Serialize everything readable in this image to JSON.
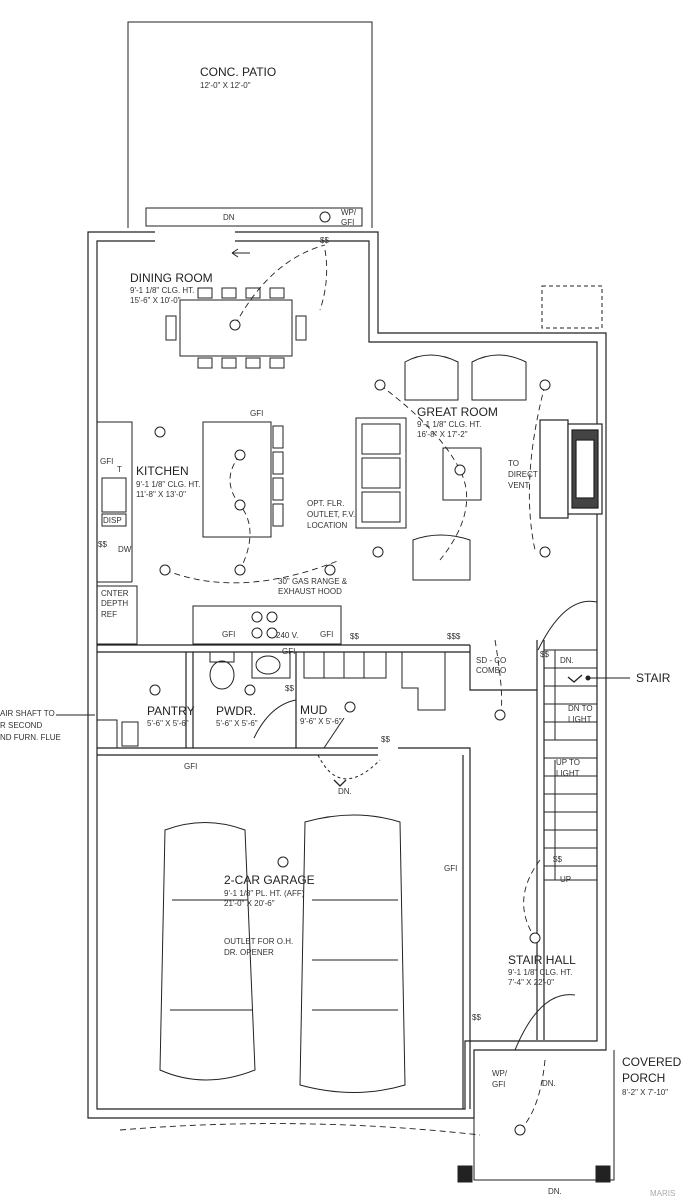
{
  "rooms": {
    "patio": {
      "name": "CONC. PATIO",
      "dims": "12'-0\" X 12'-0\""
    },
    "dining": {
      "name": "DINING ROOM",
      "ceiling": "9'-1 1/8\" CLG. HT.",
      "dims": "15'-6\" X 10'-0\""
    },
    "great": {
      "name": "GREAT ROOM",
      "ceiling": "9'-1 1/8\" CLG. HT.",
      "dims": "16'-8\" X 17'-2\""
    },
    "kitchen": {
      "name": "KITCHEN",
      "ceiling": "9'-1 1/8\" CLG. HT.",
      "dims": "11'-8\" X 13'-0\""
    },
    "pantry": {
      "name": "PANTRY",
      "dims": "5'-6\" X 5'-6\""
    },
    "powder": {
      "name": "PWDR.",
      "dims": "5'-6\" X 5'-6\""
    },
    "mud": {
      "name": "MUD",
      "dims": "9'-6\" X 5'-6\""
    },
    "garage": {
      "name": "2-CAR GARAGE",
      "ceiling": "9'-1 1/8\" PL. HT. (AFF)",
      "dims": "21'-0\" X 20'-6\""
    },
    "stairhall": {
      "name": "STAIR HALL",
      "ceiling": "9'-1 1/8\" CLG. HT.",
      "dims": "7'-4\" X 22'-0\""
    },
    "porch": {
      "name1": "COVERED",
      "name2": "PORCH",
      "dims": "8'-2\" X 7'-10\""
    }
  },
  "notes": {
    "wp_gfi_top": "WP/",
    "gfi_top": "GFI",
    "dn_top": "DN",
    "gfi_island": "GFI",
    "gfi_sink": "GFI",
    "t": "T",
    "disp": "DISP",
    "dw": "DW",
    "ref1": "CNTER",
    "ref2": "DEPTH",
    "ref3": "REF",
    "range1": "30\" GAS RANGE &",
    "range2": "EXHAUST HOOD",
    "v240": "240 V.",
    "gfi_counter1": "GFI",
    "gfi_counter2": "GFI",
    "gfi_pwdr": "GFI",
    "opt1": "OPT. FLR.",
    "opt2": "OUTLET, F.V.",
    "opt3": "LOCATION",
    "vent1": "TO",
    "vent2": "DIRECT",
    "vent3": "VENT",
    "smoke1": "SD - CO",
    "smoke2": "COMBO",
    "flue1": "AIR SHAFT TO",
    "flue2": "R SECOND",
    "flue3": "ND FURN. FLUE",
    "gfi_garage_left": "GFI",
    "gfi_garage_right": "GFI",
    "garage_dn": "DN.",
    "opener1": "OUTLET FOR O.H.",
    "opener2": "DR. OPENER",
    "dn_stair": "DN.",
    "dn_light1": "DN TO",
    "dn_light2": "LIGHT",
    "up_light1": "UP TO",
    "up_light2": "LIGHT",
    "up": "UP",
    "stair": "STAIR",
    "wp_porch": "WP/",
    "gfi_porch": "GFI",
    "dn_porch": "DN.",
    "dn_bottom": "DN.",
    "ss": "$$",
    "sss": "$$$",
    "watermark": "MARIS"
  }
}
